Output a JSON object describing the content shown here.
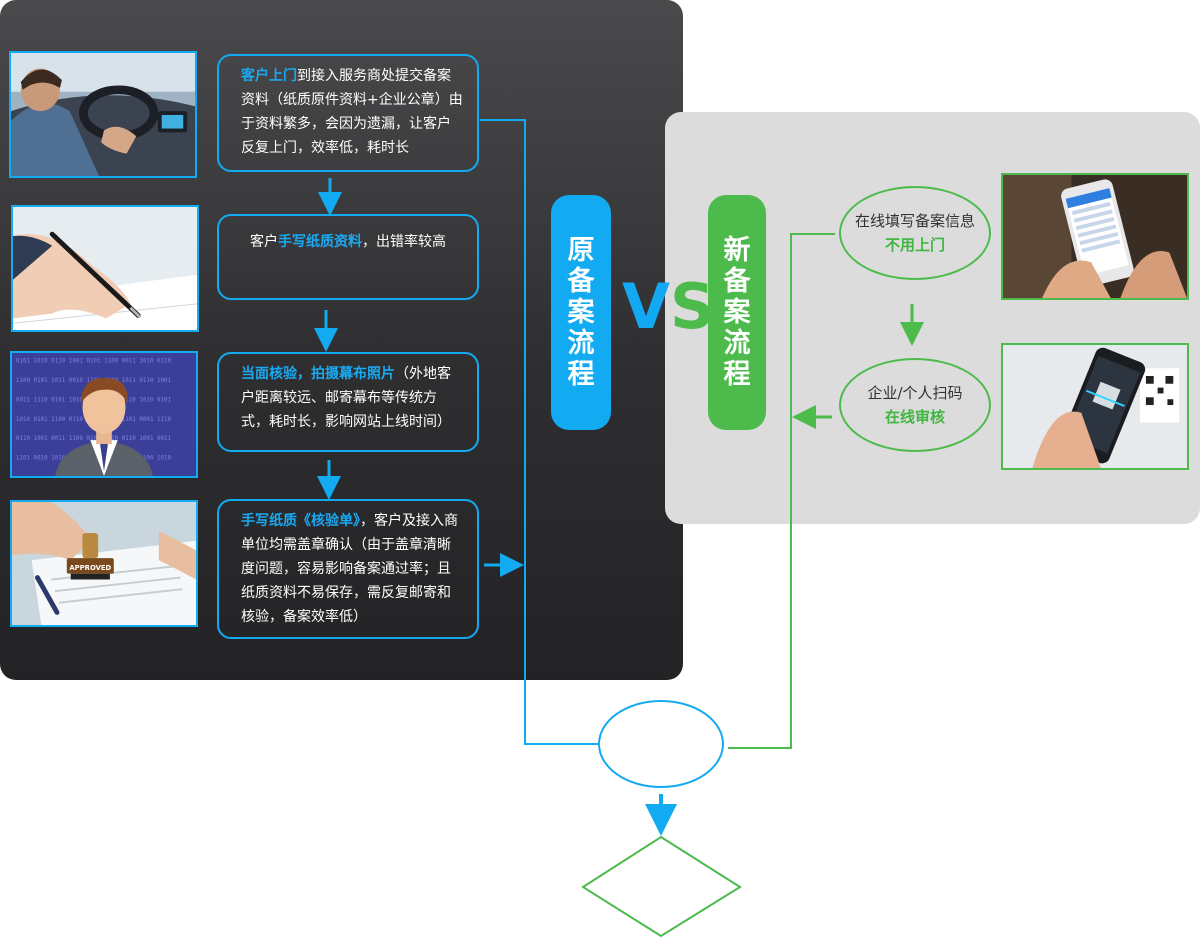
{
  "old_process": {
    "title_chars": [
      "原",
      "备",
      "案",
      "流",
      "程"
    ],
    "steps": [
      {
        "highlight": "客户上门",
        "text": "到接入服务商处提交备案资料（纸质原件资料+企业公章）由于资料繁多，会因为遗漏，让客户反复上门，效率低，耗时长"
      },
      {
        "prefix": "客户",
        "highlight": "手写纸质资料",
        "text": "，出错率较高"
      },
      {
        "highlight": "当面核验，拍摄幕布照片",
        "text": "（外地客户距离较远、邮寄幕布等传统方式，耗时长，影响网站上线时间）"
      },
      {
        "highlight": "手写纸质《核验单》",
        "text": "，客户及接入商单位均需盖章确认（由于盖章清晰度问题，容易影响备案通过率；且纸质资料不易保存，需反复邮寄和核验，备案效率低）"
      }
    ],
    "photo_icons": [
      "car-driver-photo",
      "handwriting-photo",
      "businessman-avatar-photo",
      "approved-stamp-photo"
    ],
    "stamp_text": "APPROVED"
  },
  "vs": {
    "v": "V",
    "s": "S"
  },
  "new_process": {
    "title_chars": [
      "新",
      "备",
      "案",
      "流",
      "程"
    ],
    "steps": [
      {
        "text": "在线填写备案信息",
        "highlight": "不用上门"
      },
      {
        "text": "企业/个人扫码",
        "highlight": "在线审核"
      }
    ],
    "photo_icons": [
      "smartphone-form-photo",
      "smartphone-qr-scan-photo"
    ]
  },
  "colors": {
    "blue": "#12aaf0",
    "green": "#4cbb4c",
    "dark_panel": "#2e2e30",
    "gray_panel": "#dcdcdc"
  }
}
